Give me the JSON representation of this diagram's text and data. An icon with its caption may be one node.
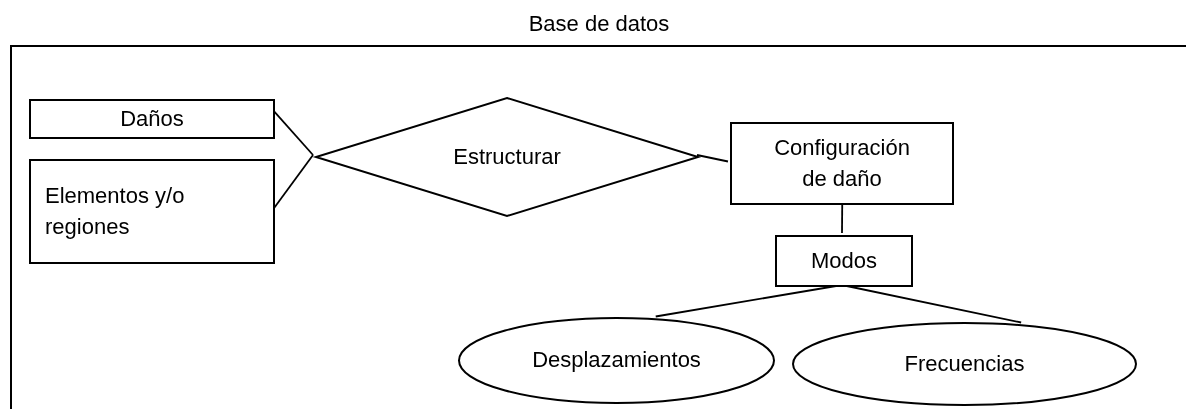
{
  "diagram": {
    "nodes": [
      {
        "text": [
          "Base de datos"
        ]
      },
      {
        "text": [
          "Daños"
        ],
        "in": 0
      },
      {
        "text": [
          "Elementos y/o regiones"
        ],
        "in": 0
      },
      {
        "text": [
          "Estructurar"
        ],
        "in": 0
      },
      {
        "text": [
          "Configuración de daño"
        ],
        "in": 0
      },
      {
        "text": [
          "Modos"
        ],
        "in": 0
      },
      {
        "text": [
          "Desplazamientos"
        ],
        "in": 0
      },
      {
        "text": [
          "Frecuencias"
        ],
        "in": 0
      }
    ],
    "edges": [
      {
        "from": 1,
        "to": 3,
        "arrow": "none"
      },
      {
        "from": 2,
        "to": 3,
        "arrow": "none"
      },
      {
        "from": 3,
        "to": 4,
        "arrow": "none"
      },
      {
        "from": 4,
        "to": 5,
        "arrow": "none"
      },
      {
        "from": 5,
        "to": 6,
        "arrow": "none"
      },
      {
        "from": 5,
        "to": 7,
        "arrow": "none"
      }
    ]
  }
}
